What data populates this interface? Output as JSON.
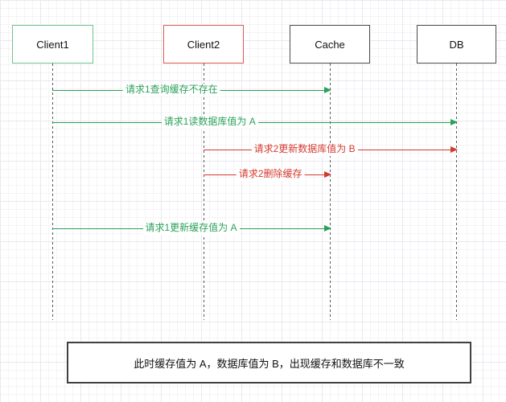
{
  "diagram": {
    "type": "sequence-diagram",
    "actors": [
      {
        "name": "Client1",
        "border_color": "#72c392"
      },
      {
        "name": "Client2",
        "border_color": "#dd5b52"
      },
      {
        "name": "Cache",
        "border_color": "#4d4d4d"
      },
      {
        "name": "DB",
        "border_color": "#4d4d4d"
      }
    ],
    "messages": [
      {
        "from": "Client1",
        "to": "Cache",
        "label": "请求1查询缓存不存在",
        "color": "#2aa158"
      },
      {
        "from": "Client1",
        "to": "DB",
        "label": "请求1读数据库值为 A",
        "color": "#2aa158"
      },
      {
        "from": "Client2",
        "to": "DB",
        "label": "请求2更新数据库值为 B",
        "color": "#d33a2f"
      },
      {
        "from": "Client2",
        "to": "Cache",
        "label": "请求2删除缓存",
        "color": "#d33a2f"
      },
      {
        "from": "Client1",
        "to": "Cache",
        "label": "请求1更新缓存值为 A",
        "color": "#2aa158"
      }
    ],
    "note": {
      "text": "此时缓存值为 A，数据库值为 B，出现缓存和数据库不一致",
      "border_color": "#404040"
    },
    "colors": {
      "green": "#2aa158",
      "red": "#d33a2f",
      "lifeline": "#595959",
      "grid_minor": "#f4f4f7",
      "grid_major": "#e9e9ef",
      "background": "#ffffff"
    }
  }
}
